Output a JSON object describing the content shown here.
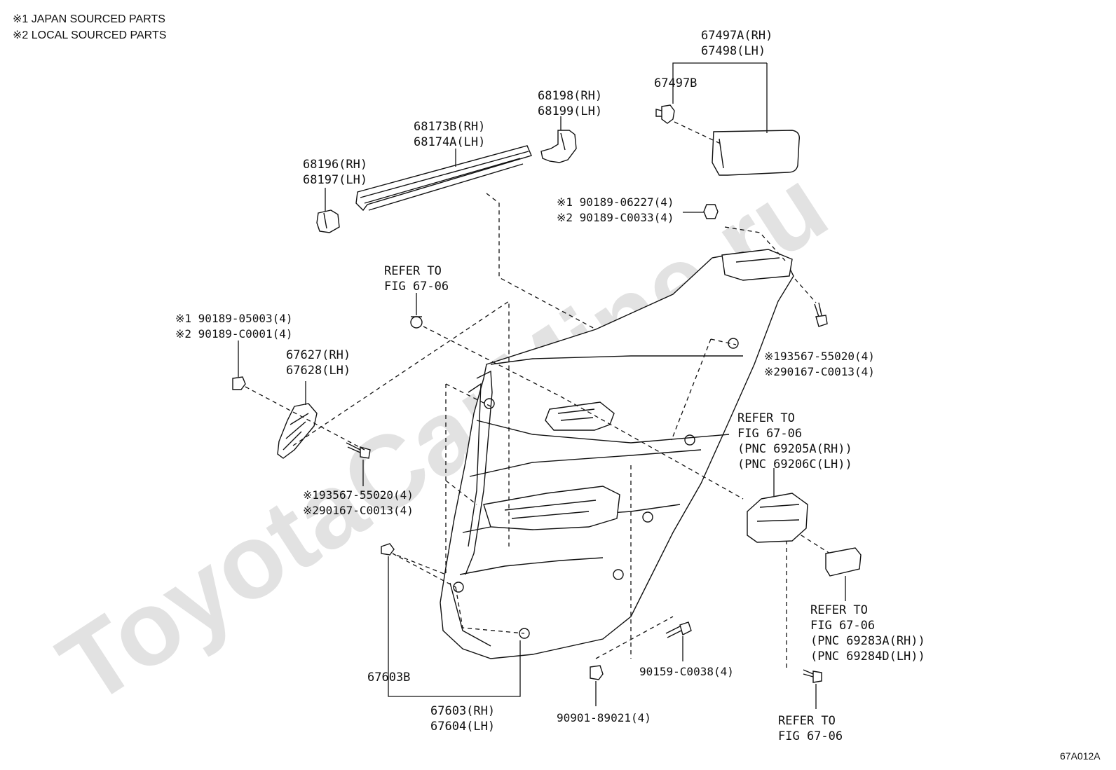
{
  "notes": {
    "japan": "※1 JAPAN SOURCED PARTS",
    "local": "※2 LOCAL SOURCED PARTS"
  },
  "watermark": "ToyotaCarMine.ru",
  "figure_code": "67A012A",
  "labels": {
    "p67497a": "67497A(RH)",
    "p67498": "67498(LH)",
    "p67497b": "67497B",
    "p68198": "68198(RH)",
    "p68199": "68199(LH)",
    "p68173b": "68173B(RH)",
    "p68174a": "68174A(LH)",
    "p68196": "68196(RH)",
    "p68197": "68197(LH)",
    "clip_top_1": "※1 90189-06227(4)",
    "clip_top_2": "※2 90189-C0033(4)",
    "refer_top_1": "REFER TO",
    "refer_top_2": "FIG 67-06",
    "clip_left_1": "※1 90189-05003(4)",
    "clip_left_2": "※2 90189-C0001(4)",
    "p67627": "67627(RH)",
    "p67628": "67628(LH)",
    "screw_right_1": "※193567-55020(4)",
    "screw_right_2": "※290167-C0013(4)",
    "screw_left_1": "※193567-55020(4)",
    "screw_left_2": "※290167-C0013(4)",
    "refer_handle_1": "REFER TO",
    "refer_handle_2": "FIG 67-06",
    "refer_handle_3": "(PNC 69205A(RH))",
    "refer_handle_4": "(PNC 69206C(LH))",
    "refer_switch_1": "REFER TO",
    "refer_switch_2": "FIG 67-06",
    "refer_switch_3": "(PNC 69283A(RH))",
    "refer_switch_4": "(PNC 69284D(LH))",
    "refer_bottom_1": "REFER TO",
    "refer_bottom_2": "FIG 67-06",
    "p67603b": "67603B",
    "p67603": "67603(RH)",
    "p67604": "67604(LH)",
    "p90159": "90159-C0038(4)",
    "p90901": "90901-89021(4)"
  }
}
